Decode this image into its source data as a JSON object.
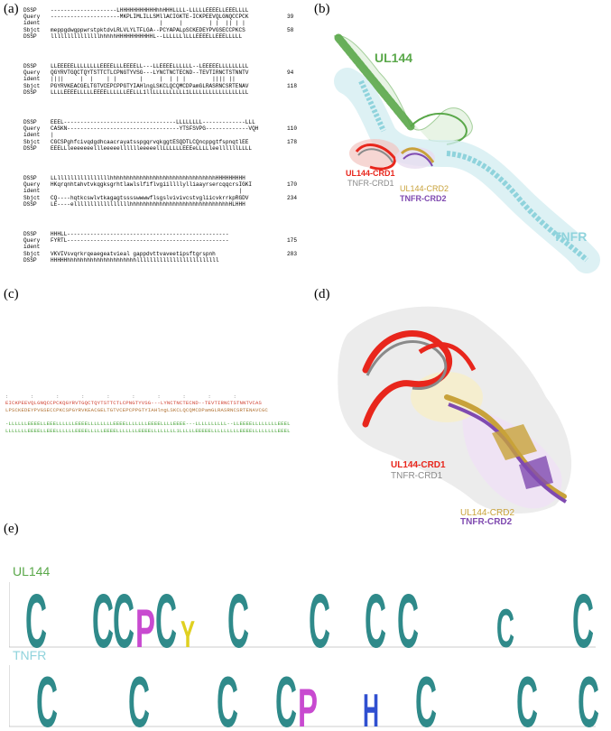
{
  "panels": {
    "a": "(a)",
    "b": "(b)",
    "c": "(c)",
    "d": "(d)",
    "e": "(e)"
  },
  "alignment": {
    "blocks": [
      {
        "rows": [
          {
            "label": "DSSP",
            "text": "--------------------LHHHHHHHHHHHhhHHHLLLL-LLLLLEEEELLEEELLLL",
            "num": ""
          },
          {
            "label": "Query",
            "text": "---------------------MKPLIMLILLSMllACIGKTE-ICKPEEVQLGNQCCPCK",
            "num": "39"
          },
          {
            "label": "ident",
            "text": "                                 |     |        | |  || | |",
            "num": ""
          },
          {
            "label": "Sbjct",
            "text": "meppgdwgppwrstpktdvLRLVLYLTFLGA--PCYAPALpSCKEDEYPVGSECCPKCS",
            "num": "58"
          },
          {
            "label": "DSSP",
            "text": "lllllllllllllllhhhhhHHHHHHHHHHHL--LLLLLLlLLLEEEELLEEELLLLL",
            "num": ""
          }
        ]
      },
      {
        "rows": [
          {
            "label": "DSSP",
            "text": "LLEEEEELLLLLLLLEEEELLLEEEELL---LLEEEELLLLLL--LEEEEELLLLLLLLL",
            "num": ""
          },
          {
            "label": "Query",
            "text": "QGYRVTGQCTQYTSTTCTLCPNGTYVSG---LYNCTNCTECND--TEVTIRNCTSTNNTV",
            "num": "94"
          },
          {
            "label": "ident",
            "text": "||||     |  |    | |       |     |  | | |        |||| ||",
            "num": ""
          },
          {
            "label": "Sbjct",
            "text": "PGYRVKEACGELTGTVCEPCPPGTYIAHlngLSKCLQCQMCDPamGLRASRNCSRTENAV",
            "num": "118"
          },
          {
            "label": "DSSP",
            "text": "LLLLEEEELLLLLEEEELLLLLLEELLL1llLLLLLLLLLL1LLLLLLLLLLLLLLLLLL",
            "num": ""
          }
        ]
      },
      {
        "rows": [
          {
            "label": "DSSP",
            "text": "EEEL----------------------------------LLLLLLLL-------------LLL",
            "num": ""
          },
          {
            "label": "Query",
            "text": "CASKN----------------------------------YTSFSVPG-------------VQH",
            "num": "110"
          },
          {
            "label": "ident",
            "text": "|",
            "num": ""
          },
          {
            "label": "Sbjct",
            "text": "CGCSPghfcivqdgdhcaacrayatsspgqrvqkggtESQDTLCQncppgtfspnqtlEE",
            "num": "178"
          },
          {
            "label": "DSSP",
            "text": "EEELLleeeeeeellleeeeelllllleeeeellLLLLLLEEEeLLLLleellllllLLLL",
            "num": ""
          }
        ]
      },
      {
        "rows": [
          {
            "label": "DSSP",
            "text": "LLllllllllllllllllhhhhhhhhhhhhhhhhhhhhhhhhhhhhhhhhHHHHHHHHH",
            "num": ""
          },
          {
            "label": "Query",
            "text": "HKqrqnhtahvtvkqgksgrhtlawlslfiflvgiillllylliaayrsercqqcrsIGKI",
            "num": "170"
          },
          {
            "label": "ident",
            "text": "                                                         |",
            "num": ""
          },
          {
            "label": "Sbjct",
            "text": "CQ----hqtkcswlvtkagagtsssswwwwflsgslvivivcstvgliicvkrrkpRGDV",
            "num": "234"
          },
          {
            "label": "DSSP",
            "text": "LE----elllllllllllllllllhhhhhhhhhhhhhhhhhhhhhhhhhhhhhhHLHHH",
            "num": ""
          }
        ]
      },
      {
        "rows": [
          {
            "label": "DSSP",
            "text": "HHHLL-------------------------------------------------",
            "num": ""
          },
          {
            "label": "Query",
            "text": "FYRTL-------------------------------------------------",
            "num": "175"
          },
          {
            "label": "ident",
            "text": "",
            "num": ""
          },
          {
            "label": "Sbjct",
            "text": "VKVIVsvqrkrqeaegeatvieal gappdvttvaveetipsftgrspnh",
            "num": "283"
          },
          {
            "label": "DSSP",
            "text": "HHHHHhhhhhhhhhhhhhhhhhhhhhlllllllllllllllllllllllll",
            "num": ""
          }
        ]
      }
    ]
  },
  "panel_b": {
    "labels": {
      "ul144": "UL144",
      "tnfr": "TNFR",
      "ul144_crd1": "UL144-CRD1",
      "tnfr_crd1": "TNFR-CRD1",
      "ul144_crd2": "UL144-CRD2",
      "tnfr_crd2": "TNFR-CRD2"
    },
    "colors": {
      "ul144": "#5aa84a",
      "tnfr": "#8fd3dc",
      "crd1_ul144": "#e8261c",
      "crd1_tnfr": "#8a8a8a",
      "crd2_ul144": "#c8a23a",
      "crd2_tnfr": "#7f4ab0"
    }
  },
  "panel_c": {
    "row1": "EICKPEEVQLGNQCCPCKQGYRVTGQCTQYTSTTCTLCPNGTYVSG---LYNCTNCTECND--TEVTIRNCTSTNNTVCAS",
    "row2": "LPSCKEDEYPVGSECCPKCSPGYRVKEACGELTGTVCEPCPPGTYIAHlngLSKCLQCQMCDPamGLRASRNCSRTENAVCGC",
    "row3": "-LLLLLLEEEELLEEELLLLLLEEEELLLLLLLLEEEELLLLLLLEEEELLLLEEEE---LLLLLLLLLL--LLEEEELLLLLLLLEEEL",
    "row4": "LLLLLLLEEEELLEEELLLLLLEEEELLLLLEEEELLLLLLLEEEELLLLLLLL1LLLLLEEEEELLLLLLLLLEEEELLLLLLLLEEEL",
    "ticks": ":       :       :       :       :       :       :       :       :       :"
  },
  "panel_d": {
    "labels": {
      "ul144_crd1": "UL144-CRD1",
      "tnfr_crd1": "TNFR-CRD1",
      "ul144_crd2": "UL144-CRD2",
      "tnfr_crd2": "TNFR-CRD2"
    }
  },
  "panel_e": {
    "ul144_title": "UL144",
    "tnfr_title": "TNFR",
    "colors": {
      "ul144_title": "#5aa84a",
      "tnfr_title": "#8fd3dc"
    }
  }
}
